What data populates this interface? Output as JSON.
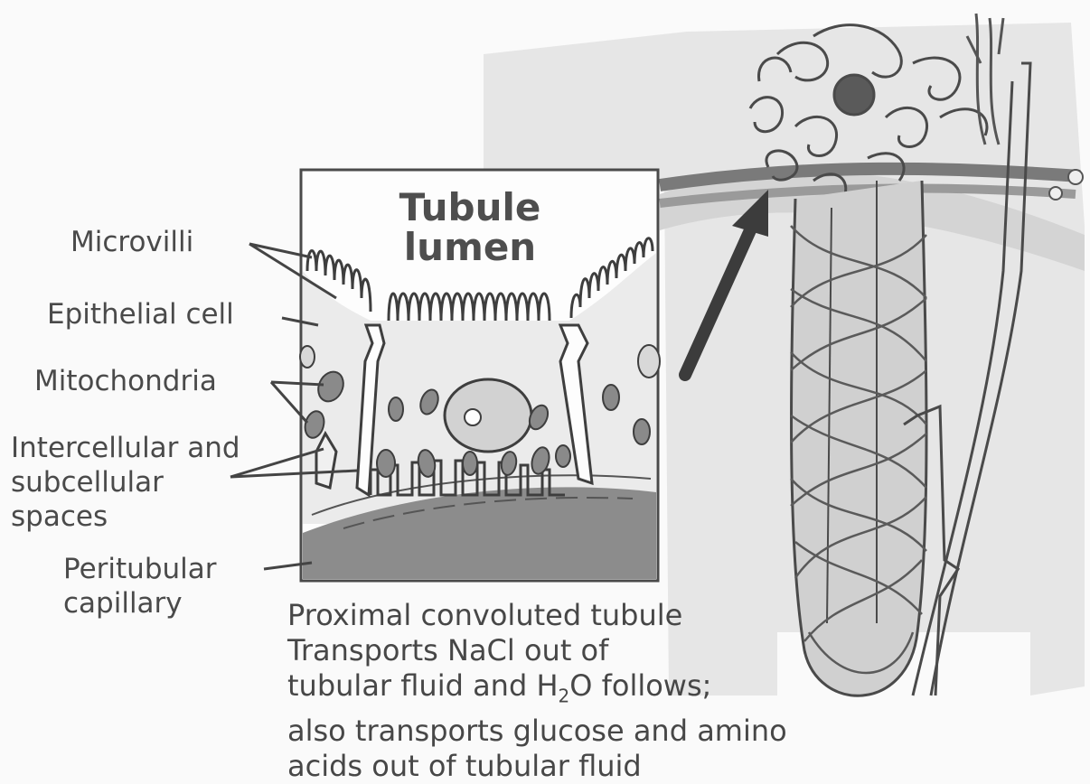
{
  "labels": {
    "microvilli": "Microvilli",
    "epithelial_cell": "Epithelial cell",
    "mitochondria": "Mitochondria",
    "intercellular_line1": "Intercellular and",
    "intercellular_line2": "subcellular",
    "intercellular_line3": "spaces",
    "peritubular_line1": "Peritubular",
    "peritubular_line2": "capillary",
    "lumen_line1": "Tubule",
    "lumen_line2": "lumen"
  },
  "description": {
    "line1": "Proximal convoluted tubule",
    "line2": "Transports NaCl out of",
    "line3_pre": "tubular fluid and H",
    "line3_sub": "2",
    "line3_post": "O follows;",
    "line4": "also transports glucose and amino",
    "line5": "acids out of tubular fluid"
  },
  "colors": {
    "ink": "#4a4a4a",
    "cell_fill": "#e9e9e9",
    "capillary_fill": "#8c8c8c",
    "tissue_fill": "#e4e4e4",
    "arrow": "#3c3c3c"
  }
}
